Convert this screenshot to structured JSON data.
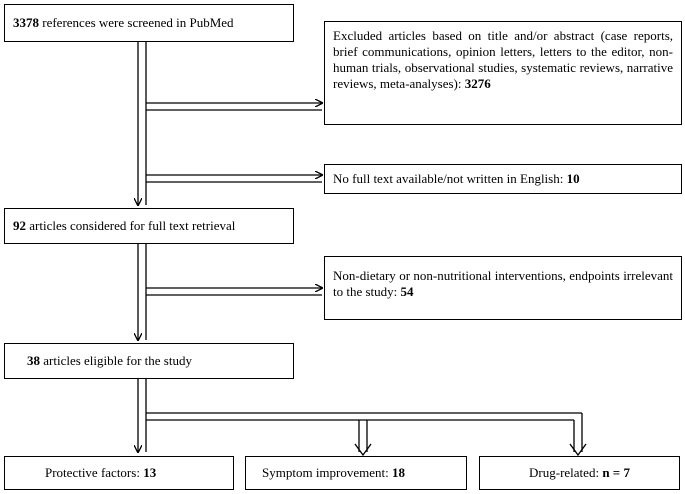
{
  "boxes": {
    "screened": {
      "num": "3378",
      "text": " references were screened in PubMed"
    },
    "excluded_title": {
      "text": "Excluded articles based on title and/or abstract (case reports, brief communications, opinion letters, letters to the editor, non-human trials, observational studies, systematic reviews, narrative reviews, meta-analyses):",
      "num": "3276"
    },
    "no_fulltext": {
      "text": "No full text available/not written in English: ",
      "num": "10"
    },
    "fulltext": {
      "num": "92",
      "text": " articles considered for full text retrieval"
    },
    "non_dietary": {
      "text": "Non-dietary or non-nutritional interventions, endpoints irrelevant to the study: ",
      "num": "54"
    },
    "eligible": {
      "num": "38",
      "text": " articles eligible for the study"
    },
    "protective": {
      "text": "Protective factors: ",
      "num": "13"
    },
    "symptom": {
      "text": "Symptom improvement: ",
      "num": "18"
    },
    "drug": {
      "text": "Drug-related: ",
      "num": "n = 7"
    }
  }
}
